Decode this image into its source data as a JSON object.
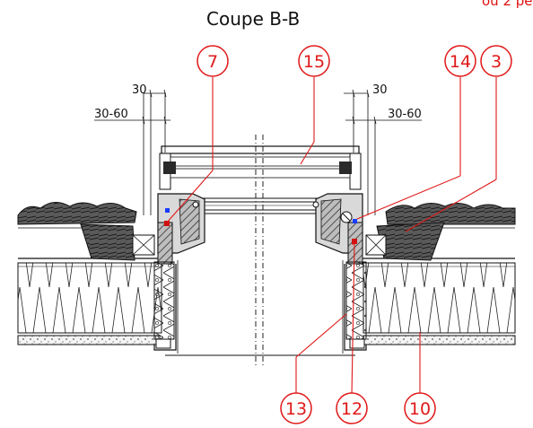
{
  "title": "Coupe B-B",
  "corner_note": "ou 2 pe",
  "dimensions": {
    "left_small": "30",
    "left_range": "30-60",
    "right_small": "30",
    "right_range": "30-60"
  },
  "callouts": [
    {
      "key": "c7",
      "label": "7"
    },
    {
      "key": "c15",
      "label": "15"
    },
    {
      "key": "c14",
      "label": "14"
    },
    {
      "key": "c3",
      "label": "3"
    },
    {
      "key": "c13",
      "label": "13"
    },
    {
      "key": "c12",
      "label": "12"
    },
    {
      "key": "c10",
      "label": "10"
    }
  ],
  "colors": {
    "callout": "#e01818",
    "lines": "#111111",
    "roof_tile": "#3a3a3a",
    "seal_red": "#d01010",
    "seal_blue": "#1a3cff"
  }
}
